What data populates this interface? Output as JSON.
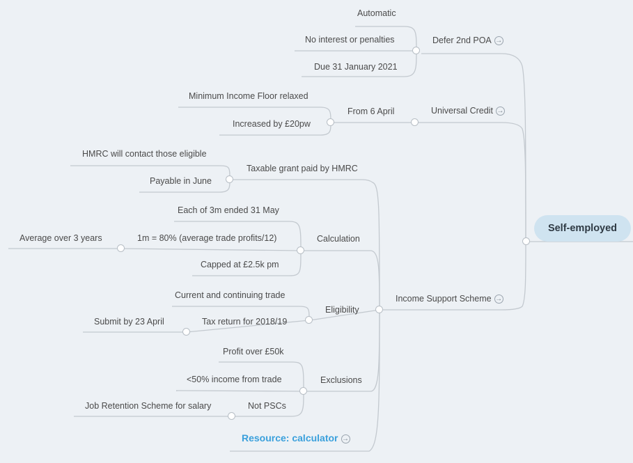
{
  "root": "Self-employed",
  "n": {
    "defer": "Defer 2nd POA",
    "automatic": "Automatic",
    "no_interest": "No interest or penalties",
    "due": "Due 31 January 2021",
    "uc": "Universal Credit",
    "from6": "From 6 April",
    "mif": "Minimum Income Floor relaxed",
    "inc20": "Increased by £20pw",
    "iss": "Income Support Scheme",
    "taxable": "Taxable grant paid by HMRC",
    "hmrc_contact": "HMRC will contact those eligible",
    "payable": "Payable in June",
    "calc": "Calculation",
    "each3m": "Each of 3m ended 31 May",
    "onem": "1m = 80% (average trade profits/12)",
    "avg3": "Average over 3 years",
    "capped": "Capped at £2.5k pm",
    "elig": "Eligibility",
    "current": "Current and continuing trade",
    "taxreturn": "Tax return for 2018/19",
    "submit": "Submit by 23 April",
    "excl": "Exclusions",
    "profit50": "Profit over £50k",
    "lt50": "<50% income from trade",
    "notpsc": "Not PSCs",
    "jrs": "Job Retention Scheme for salary",
    "resource": "Resource: calculator"
  }
}
